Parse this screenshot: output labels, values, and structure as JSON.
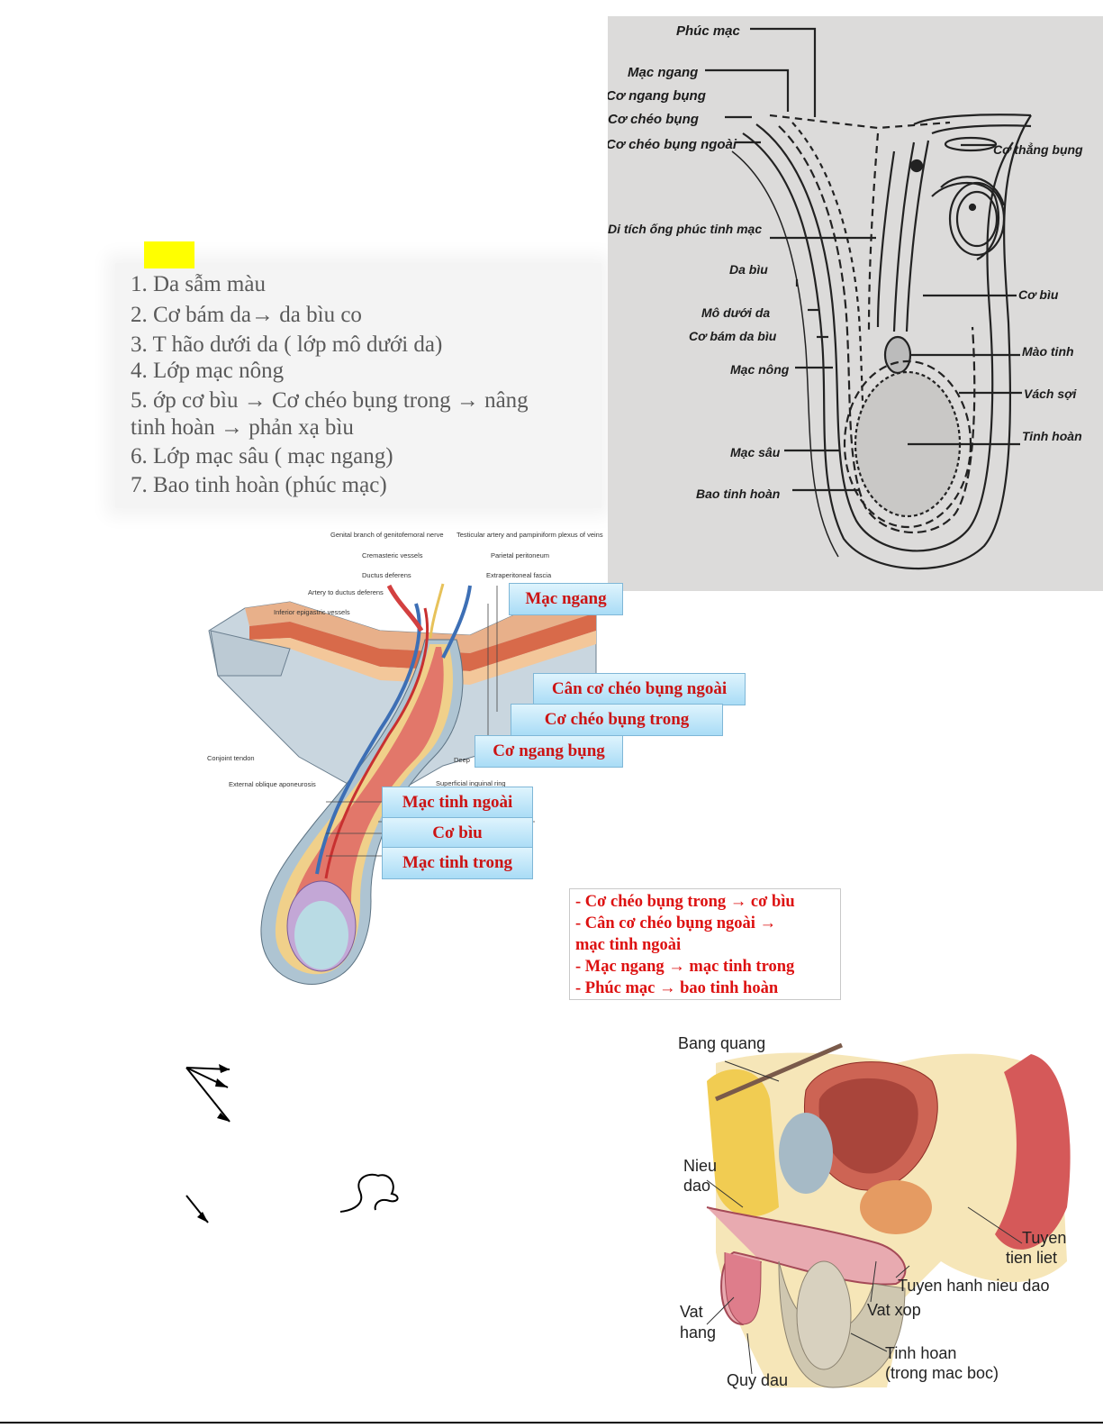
{
  "list": {
    "items": [
      "1. Da sẫm màu",
      "2. Cơ bám da→ da bìu co",
      "3. T    hão dưới da ( lớp mô dưới da)",
      "4. Lớp mạc nông",
      "5.   ớp cơ bìu → Cơ chéo bụng trong → nâng",
      "tinh hoàn → phản xạ bìu",
      "6. Lớp mạc sâu ( mạc ngang)",
      "7. Bao tinh hoàn (phúc mạc)"
    ]
  },
  "photo_diagram": {
    "labels": {
      "phuc_mac": "Phúc mạc",
      "mac_ngang": "Mạc ngang",
      "co_ngang_bung": "Cơ ngang bụng",
      "co_cheo_bung": "Cơ chéo bụng",
      "co_cheo_bung_ngoai": "Cơ chéo bụng ngoài",
      "co_thang_bung": "Cơ thẳng bụng",
      "di_tich": "Di tích ống phúc tinh mạc",
      "da_biu": "Da bìu",
      "mo_duoi_da": "Mô dưới da",
      "co_bam_da_biu": "Cơ bám da bìu",
      "mac_nong": "Mạc nông",
      "co_biu": "Cơ bìu",
      "mao_tinh": "Mào tinh",
      "vach_soi": "Vách sợi",
      "tinh_hoan": "Tinh hoàn",
      "mac_sau": "Mạc sâu",
      "bao_tinh_hoan": "Bao tinh hoàn"
    }
  },
  "anatomy": {
    "small_labels": {
      "genital_branch": "Genital branch of genitofemoral nerve",
      "testicular_artery": "Testicular artery and pampiniform plexus of veins",
      "cremasteric": "Cremasteric vessels",
      "parietal_peritoneum": "Parietal peritoneum",
      "ductus": "Ductus deferens",
      "extraperitoneal": "Extraperitoneal fascia",
      "artery_ductus": "Artery to ductus deferens",
      "inferior_epigastric": "Inferior epigastric vessels",
      "conjoint": "Conjoint tendon",
      "external_oblique": "External oblique aponeurosis",
      "deep": "Deep",
      "superficial_ring": "Superficial inguinal ring"
    },
    "callouts": {
      "mac_ngang": "Mạc ngang",
      "can_co_cheo_bung_ngoai": "Cân cơ chéo bụng ngoài",
      "co_cheo_bung_trong": "Cơ chéo bụng trong",
      "co_ngang_bung": "Cơ ngang bụng",
      "mac_tinh_ngoai": "Mạc tinh ngoài",
      "co_biu": "Cơ bìu",
      "mac_tinh_trong": "Mạc tinh trong"
    },
    "summary": [
      "- Cơ chéo bụng trong → cơ bìu",
      "- Cân cơ chéo bụng ngoài →",
      "mạc tinh ngoài",
      "- Mạc ngang → mạc tinh trong",
      "- Phúc mạc → bao tinh hoàn"
    ]
  },
  "pelvis": {
    "labels": {
      "bang_quang": "Bang quang",
      "nieu": "Nieu",
      "dao": "dao",
      "tuyen": "Tuyen",
      "tien_liet": "tien liet",
      "tuyen_hanh": "Tuyen hanh nieu dao",
      "vat": "Vat",
      "hang": "hang",
      "vat_xop": "Vat xop",
      "tinh_hoan": "Tinh hoan",
      "trong_mac_boc": "(trong mac boc)",
      "quy_dau": "Quy dau"
    }
  },
  "colors": {
    "highlight": "#ffff00",
    "callout_text": "#cc1414",
    "callout_bg": "#bfe6f9",
    "list_text": "#5a5a5a"
  }
}
